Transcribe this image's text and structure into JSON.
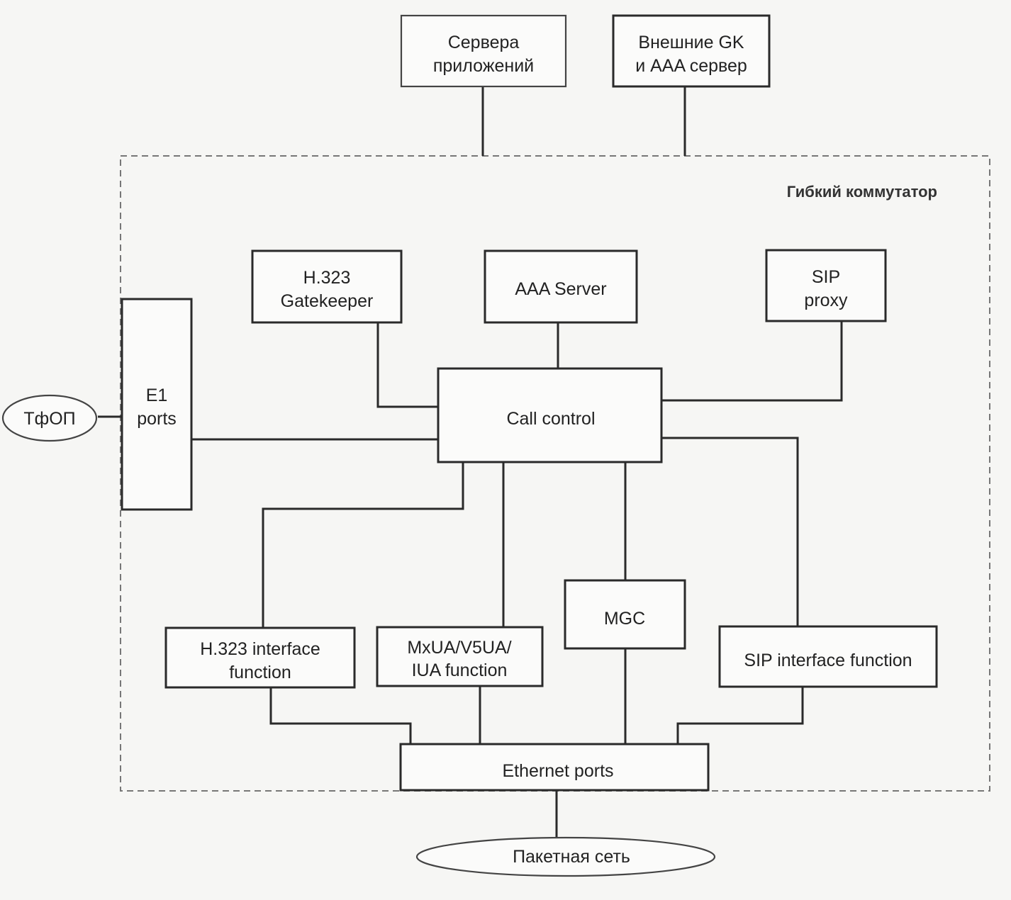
{
  "diagram": {
    "container_label": "Гибкий коммутатор",
    "external": {
      "app_servers": [
        "Сервера",
        "приложений"
      ],
      "external_gk": [
        "Внешние GK",
        "и AAA сервер"
      ],
      "pstn": "ТфОП",
      "packet_network": "Пакетная сеть"
    },
    "nodes": {
      "e1_ports": [
        "E1",
        "ports"
      ],
      "h323_gatekeeper": [
        "H.323",
        "Gatekeeper"
      ],
      "aaa_server": "AAA Server",
      "sip_proxy": [
        "SIP",
        "proxy"
      ],
      "call_control": "Call control",
      "h323_interface": [
        "H.323 interface",
        "function"
      ],
      "mxua": [
        "MxUA/V5UA/",
        "IUA function"
      ],
      "mgc": "MGC",
      "sip_interface": "SIP interface function",
      "ethernet_ports": "Ethernet ports"
    },
    "edges": [
      [
        "app_servers",
        "soft_switch"
      ],
      [
        "external_gk",
        "soft_switch"
      ],
      [
        "pstn",
        "e1_ports"
      ],
      [
        "e1_ports",
        "call_control"
      ],
      [
        "h323_gatekeeper",
        "call_control"
      ],
      [
        "aaa_server",
        "call_control"
      ],
      [
        "sip_proxy",
        "call_control"
      ],
      [
        "call_control",
        "h323_interface"
      ],
      [
        "call_control",
        "mxua"
      ],
      [
        "call_control",
        "mgc"
      ],
      [
        "call_control",
        "sip_interface"
      ],
      [
        "h323_interface",
        "ethernet_ports"
      ],
      [
        "mxua",
        "ethernet_ports"
      ],
      [
        "mgc",
        "ethernet_ports"
      ],
      [
        "sip_interface",
        "ethernet_ports"
      ],
      [
        "ethernet_ports",
        "packet_network"
      ]
    ]
  }
}
